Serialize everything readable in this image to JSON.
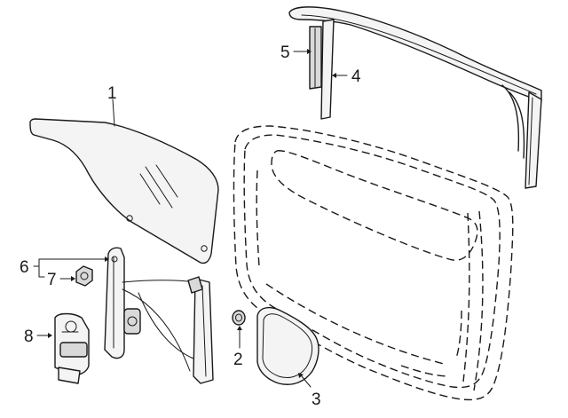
{
  "callouts": [
    {
      "id": "1",
      "label": "1"
    },
    {
      "id": "2",
      "label": "2"
    },
    {
      "id": "3",
      "label": "3"
    },
    {
      "id": "4",
      "label": "4"
    },
    {
      "id": "5",
      "label": "5"
    },
    {
      "id": "6",
      "label": "6"
    },
    {
      "id": "7",
      "label": "7"
    },
    {
      "id": "8",
      "label": "8"
    }
  ],
  "colors": {
    "ink": "#1a1a1a",
    "background": "#ffffff",
    "part_fill": "#f4f4f4",
    "part_shade": "#d9d9d9"
  }
}
